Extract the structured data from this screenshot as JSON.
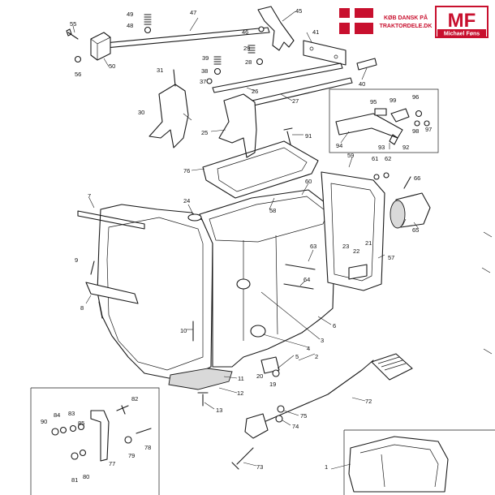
{
  "brand": {
    "dk_line1": "KØB DANSK PÅ",
    "dk_line2": "TRAKTORDELE.DK",
    "mf_letters": "MF",
    "mf_name": "Michael Føns",
    "accent": "#c8102e"
  },
  "callouts": [
    {
      "id": "c1",
      "text": "1"
    },
    {
      "id": "c2",
      "text": "2"
    },
    {
      "id": "c3",
      "text": "3"
    },
    {
      "id": "c4",
      "text": "4"
    },
    {
      "id": "c5",
      "text": "5"
    },
    {
      "id": "c6",
      "text": "6"
    },
    {
      "id": "c7",
      "text": "7"
    },
    {
      "id": "c8",
      "text": "8"
    },
    {
      "id": "c9",
      "text": "9"
    },
    {
      "id": "c10",
      "text": "10"
    },
    {
      "id": "c11",
      "text": "11"
    },
    {
      "id": "c12",
      "text": "12"
    },
    {
      "id": "c13",
      "text": "13"
    },
    {
      "id": "c19",
      "text": "19"
    },
    {
      "id": "c20",
      "text": "20"
    },
    {
      "id": "c21",
      "text": "21"
    },
    {
      "id": "c22",
      "text": "22"
    },
    {
      "id": "c23",
      "text": "23"
    },
    {
      "id": "c24",
      "text": "24"
    },
    {
      "id": "c25",
      "text": "25"
    },
    {
      "id": "c26",
      "text": "26"
    },
    {
      "id": "c27",
      "text": "27"
    },
    {
      "id": "c28",
      "text": "28"
    },
    {
      "id": "c29",
      "text": "29"
    },
    {
      "id": "c30",
      "text": "30"
    },
    {
      "id": "c31",
      "text": "31"
    },
    {
      "id": "c37",
      "text": "37"
    },
    {
      "id": "c38",
      "text": "38"
    },
    {
      "id": "c39",
      "text": "39"
    },
    {
      "id": "c40",
      "text": "40"
    },
    {
      "id": "c41",
      "text": "41"
    },
    {
      "id": "c45",
      "text": "45"
    },
    {
      "id": "c46",
      "text": "46"
    },
    {
      "id": "c47",
      "text": "47"
    },
    {
      "id": "c48",
      "text": "48"
    },
    {
      "id": "c49",
      "text": "49"
    },
    {
      "id": "c50",
      "text": "50"
    },
    {
      "id": "c55",
      "text": "55"
    },
    {
      "id": "c56",
      "text": "56"
    },
    {
      "id": "c57",
      "text": "57"
    },
    {
      "id": "c58",
      "text": "58"
    },
    {
      "id": "c59",
      "text": "59"
    },
    {
      "id": "c60",
      "text": "60"
    },
    {
      "id": "c61",
      "text": "61"
    },
    {
      "id": "c62",
      "text": "62"
    },
    {
      "id": "c63",
      "text": "63"
    },
    {
      "id": "c64",
      "text": "64"
    },
    {
      "id": "c65",
      "text": "65"
    },
    {
      "id": "c66",
      "text": "66"
    },
    {
      "id": "c72",
      "text": "72"
    },
    {
      "id": "c73",
      "text": "73"
    },
    {
      "id": "c74",
      "text": "74"
    },
    {
      "id": "c75",
      "text": "75"
    },
    {
      "id": "c76",
      "text": "76"
    },
    {
      "id": "c77",
      "text": "77"
    },
    {
      "id": "c78",
      "text": "78"
    },
    {
      "id": "c79",
      "text": "79"
    },
    {
      "id": "c80",
      "text": "80"
    },
    {
      "id": "c81",
      "text": "81"
    },
    {
      "id": "c82",
      "text": "82"
    },
    {
      "id": "c83",
      "text": "83"
    },
    {
      "id": "c84",
      "text": "84"
    },
    {
      "id": "c85",
      "text": "85"
    },
    {
      "id": "c90",
      "text": "90"
    },
    {
      "id": "c91",
      "text": "91"
    },
    {
      "id": "c92",
      "text": "92"
    },
    {
      "id": "c93",
      "text": "93"
    },
    {
      "id": "c94",
      "text": "94"
    },
    {
      "id": "c95",
      "text": "95"
    },
    {
      "id": "c96",
      "text": "96"
    },
    {
      "id": "c97",
      "text": "97"
    },
    {
      "id": "c98",
      "text": "98"
    },
    {
      "id": "c99",
      "text": "99"
    }
  ]
}
